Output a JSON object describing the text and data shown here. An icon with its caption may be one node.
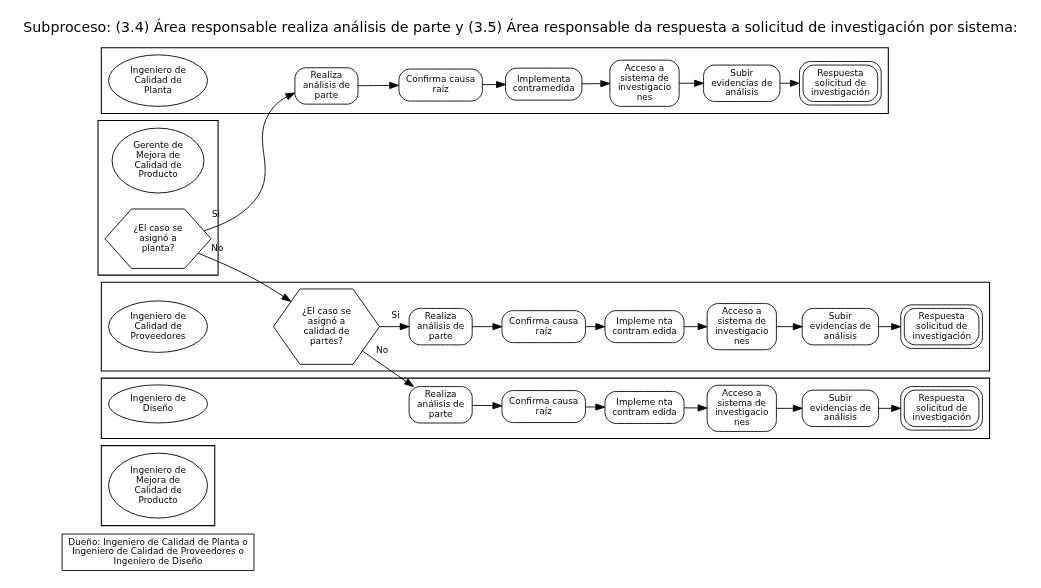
{
  "diagram": {
    "title": "Subproceso: (3.4) Área responsable realiza análisis de parte y (3.5) Área responsable da respuesta a solicitud de investigación por sistema:",
    "nodes": [
      {
        "text": [
          "Dueño: Ingeniero de Calidad de Planta o Ingeniero de Calidad de Proveedores o Ingeniero de Diseño"
        ]
      },
      {
        "text": [],
        "shape": "band"
      },
      {
        "text": [
          "Ingeniero de Mejora de Calidad de Producto"
        ],
        "in": 1
      },
      {
        "text": [],
        "shape": "band"
      },
      {
        "text": [
          "Gerente de Mejora de Calidad de Producto"
        ],
        "in": 3
      },
      {
        "text": [
          "¿El caso se asignó a planta?"
        ],
        "in": 3
      },
      {
        "text": [],
        "shape": "band"
      },
      {
        "text": [
          "Ingeniero de Calidad de Planta"
        ],
        "in": 6
      },
      {
        "text": [
          "Realiza análisis de parte"
        ],
        "in": 6
      },
      {
        "text": [
          "Confirma causa raíz"
        ],
        "in": 6
      },
      {
        "text": [
          "Implementa contramedida"
        ],
        "in": 6
      },
      {
        "text": [
          "Acceso a sistema de investigacio nes"
        ],
        "in": 6
      },
      {
        "text": [
          "Subir evidencias de análisis"
        ],
        "in": 6
      },
      {
        "text": [
          "Respuesta solicitud de investigación"
        ],
        "in": 6
      },
      {
        "text": [],
        "shape": "band"
      },
      {
        "text": [
          "Ingeniero de Calidad de Proveedores"
        ],
        "in": 14
      },
      {
        "text": [
          "¿El caso se asignó a calidad de partes?"
        ],
        "in": 14
      },
      {
        "text": [
          "Realiza análisis de parte"
        ],
        "in": 14
      },
      {
        "text": [
          "Confirma causa raíz"
        ],
        "in": 14
      },
      {
        "text": [
          "Impleme nta contram edida"
        ],
        "in": 14
      },
      {
        "text": [
          "Acceso a sistema de investigacio nes"
        ],
        "in": 14
      },
      {
        "text": [
          "Subir evidencias de análisis"
        ],
        "in": 14
      },
      {
        "text": [
          "Respuesta solicitud de investigación"
        ],
        "in": 14
      },
      {
        "text": [],
        "shape": "band"
      },
      {
        "text": [
          "Ingeniero de Diseño"
        ],
        "in": 23
      },
      {
        "text": [
          "Realiza análisis de parte"
        ],
        "in": 23
      },
      {
        "text": [
          "Confirma causa raíz"
        ],
        "in": 23
      },
      {
        "text": [
          "Impleme nta contram edida"
        ],
        "in": 23
      },
      {
        "text": [
          "Acceso a sistema de investigacio nes"
        ],
        "in": 23
      },
      {
        "text": [
          "Subir evidencias de análisis"
        ],
        "in": 23
      },
      {
        "text": [
          "Respuesta solicitud de investigación"
        ],
        "in": 23
      }
    ],
    "edges": [
      {
        "from": 5,
        "to": 8,
        "arrow": "to",
        "label": "Si"
      },
      {
        "from": 5,
        "to": 16,
        "arrow": "to",
        "label": "No"
      },
      {
        "from": 8,
        "to": 9,
        "arrow": "to"
      },
      {
        "from": 9,
        "to": 10,
        "arrow": "to"
      },
      {
        "from": 10,
        "to": 11,
        "arrow": "to"
      },
      {
        "from": 11,
        "to": 12,
        "arrow": "to"
      },
      {
        "from": 12,
        "to": 13,
        "arrow": "to"
      },
      {
        "from": 16,
        "to": 17,
        "arrow": "to",
        "label": "Si"
      },
      {
        "from": 16,
        "to": 25,
        "arrow": "to",
        "label": "No"
      },
      {
        "from": 17,
        "to": 18,
        "arrow": "to"
      },
      {
        "from": 18,
        "to": 19,
        "arrow": "to"
      },
      {
        "from": 19,
        "to": 20,
        "arrow": "to"
      },
      {
        "from": 20,
        "to": 21,
        "arrow": "to"
      },
      {
        "from": 21,
        "to": 22,
        "arrow": "to"
      },
      {
        "from": 25,
        "to": 26,
        "arrow": "to"
      },
      {
        "from": 26,
        "to": 27,
        "arrow": "to"
      },
      {
        "from": 27,
        "to": 28,
        "arrow": "to"
      },
      {
        "from": 28,
        "to": 29,
        "arrow": "to"
      },
      {
        "from": 29,
        "to": 30,
        "arrow": "to"
      }
    ]
  }
}
